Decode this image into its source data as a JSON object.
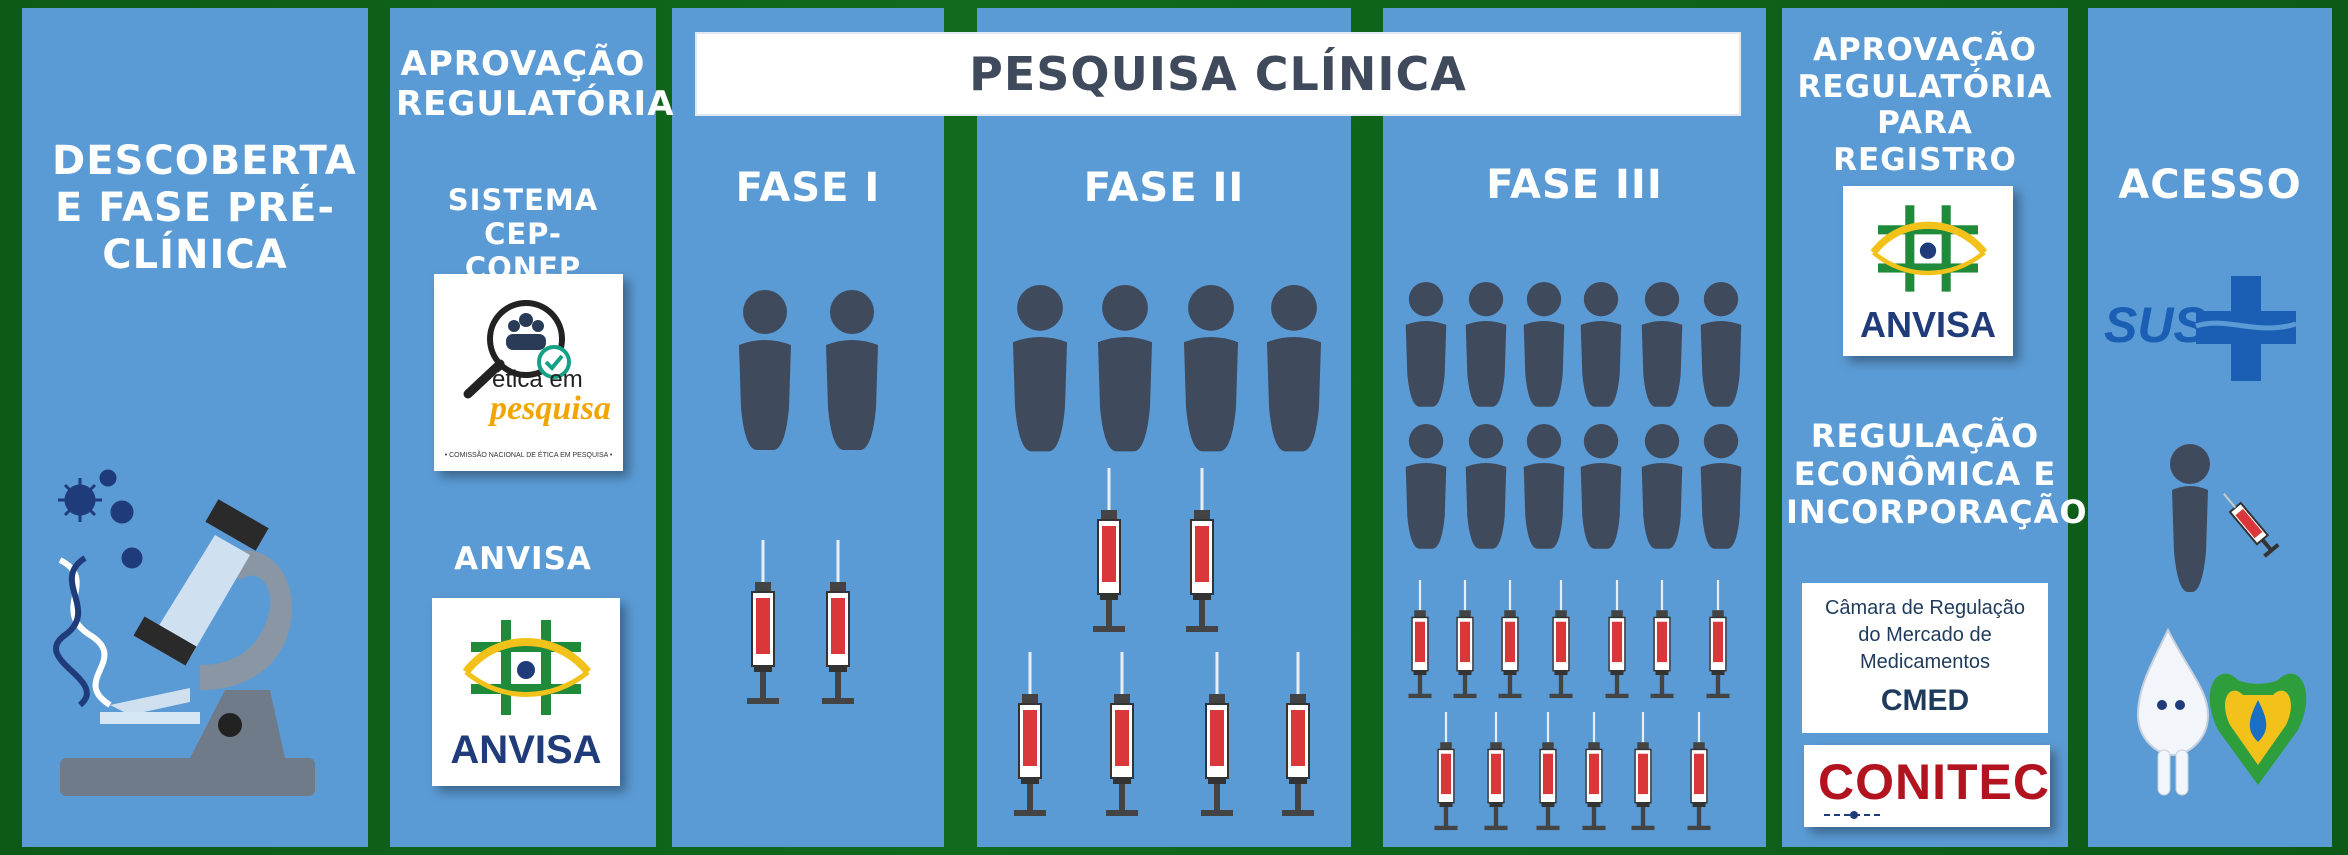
{
  "stages": {
    "discovery": {
      "heading": "DESCOBERTA E FASE PRÉ-CLÍNICA"
    },
    "regulatory": {
      "heading": "APROVAÇÃO REGULATÓRIA",
      "system_label": "SISTEMA CEP-CONEP",
      "anvisa_label": "ANVISA"
    },
    "clinical": {
      "title": "PESQUISA CLÍNICA",
      "phases": [
        {
          "label": "FASE I",
          "participants": 2,
          "syringes": 2
        },
        {
          "label": "FASE II",
          "participants": 4,
          "syringes": 6
        },
        {
          "label": "FASE III",
          "participants": 12,
          "syringes": 13
        }
      ]
    },
    "registration": {
      "heading": "APROVAÇÃO REGULATÓRIA PARA REGISTRO",
      "economic_heading": "REGULAÇÃO ECONÔMICA E INCORPORAÇÃO"
    },
    "access": {
      "heading": "ACESSO"
    }
  },
  "logos": {
    "etica": {
      "line1": "ética em",
      "line2": "pesquisa",
      "footer": "• COMISSÃO NACIONAL DE ÉTICA EM PESQUISA •"
    },
    "anvisa": {
      "text": "ANVISA"
    },
    "cmed": {
      "line1": "Câmara de Regulação",
      "line2": "do Mercado de",
      "line3": "Medicamentos",
      "acronym": "CMED"
    },
    "conitec": {
      "text": "CONITEC"
    },
    "sus": {
      "text": "SUS"
    }
  },
  "colors": {
    "panel": "#5b9bd5",
    "person": "#3f4a5c",
    "syringe_fluid": "#d9373a",
    "anvisa_green": "#1f8a3a",
    "anvisa_yellow": "#f2c21b",
    "anvisa_blue": "#1f3b7a",
    "conitec_red": "#b3121f",
    "sus_blue": "#1a5fb4"
  }
}
